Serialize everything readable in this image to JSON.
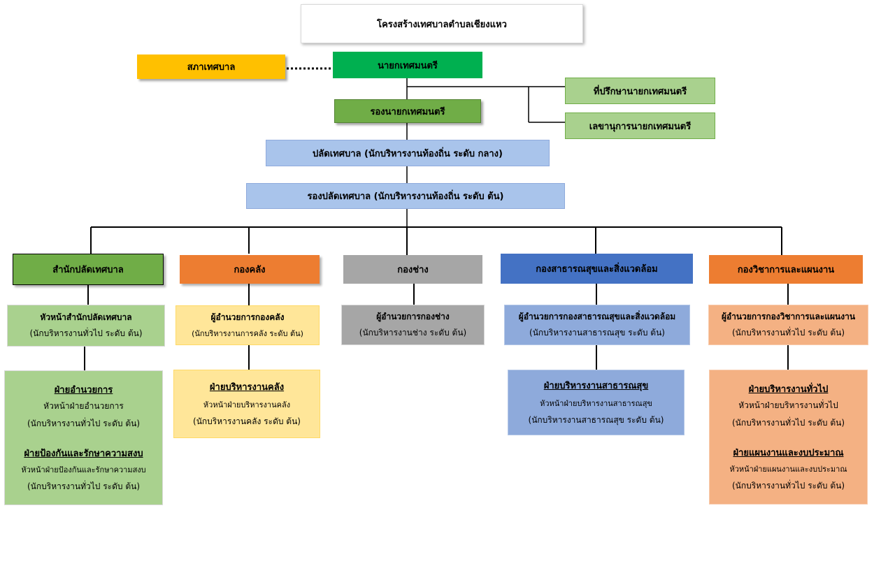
{
  "title": "โครงสร้างเทศบาลตำบลเชียงแหว",
  "council": "สภาเทศบาล",
  "mayor": "นายกเทศมนตรี",
  "deputy_mayor": "รองนายกเทศมนตรี",
  "advisor": "ที่ปรึกษานายกเทศมนตรี",
  "secretary": "เลขานุการนายกเทศมนตรี",
  "clerk": "ปลัดเทศบาล (นักบริหารงานท้องถิ่น ระดับ กลาง)",
  "deputy_clerk": "รองปลัดเทศบาล (นักบริหารงานท้องถิ่น ระดับ ต้น)",
  "colors": {
    "yellow": "#ffc000",
    "green_dark": "#00b050",
    "green_mid": "#70ad47",
    "green_light": "#a9d18e",
    "blue_light": "#a9c4eb",
    "orange": "#ed7d31",
    "gray": "#a6a6a6",
    "blue": "#4472c4",
    "orange_light": "#f4b183"
  },
  "departments": [
    {
      "name": "สำนักปลัดเทศบาล",
      "head": "หัวหน้าสำนักปลัดเทศบาล",
      "head_level": "(นักบริหารงานทั่วไป ระดับ ต้น)",
      "sections": [
        {
          "name": "ฝ่ายอำนวยการ",
          "head": "หัวหน้าฝ่ายอำนวยการ",
          "level": "(นักบริหารงานทั่วไป ระดับ ต้น)"
        },
        {
          "name": "ฝ่ายป้องกันและรักษาความสงบ",
          "head": "หัวหน้าฝ่ายป้องกันและรักษาความสงบ",
          "level": "(นักบริหารงานทั่วไป ระดับ ต้น)"
        }
      ]
    },
    {
      "name": "กองคลัง",
      "head": "ผู้อำนวยการกองคลัง",
      "head_level": "(นักบริหารงานการคลัง ระดับ ต้น)",
      "sections": [
        {
          "name": "ฝ่ายบริหารงานคลัง",
          "head": "หัวหน้าฝ่ายบริหารงานคลัง",
          "level": "(นักบริหารงานคลัง ระดับ ต้น)"
        }
      ]
    },
    {
      "name": "กองช่าง",
      "head": "ผู้อำนวยการกองช่าง",
      "head_level": "(นักบริหารงานช่าง ระดับ ต้น)",
      "sections": []
    },
    {
      "name": "กองสาธารณสุขและสิ่งแวดล้อม",
      "head": "ผู้อำนวยการกองสาธารณสุขและสิ่งแวดล้อม",
      "head_level": "(นักบริหารงานสาธารณสุข ระดับ ต้น)",
      "sections": [
        {
          "name": "ฝ่ายบริหารงานสาธารณสุข",
          "head": "หัวหน้าฝ่ายบริหารงานสาธารณสุข",
          "level": "(นักบริหารงานสาธารณสุข ระดับ ต้น)"
        }
      ]
    },
    {
      "name": "กองวิชาการและแผนงาน",
      "head": "ผู้อำนวยการกองวิชาการและแผนงาน",
      "head_level": "(นักบริหารงานทั่วไป ระดับ ต้น)",
      "sections": [
        {
          "name": "ฝ่ายบริหารงานทั่วไป",
          "head": "หัวหน้าฝ่ายบริหารงานทั่วไป",
          "level": "(นักบริหารงานทั่วไป ระดับ ต้น)"
        },
        {
          "name": "ฝ่ายแผนงานและงบประมาณ",
          "head": "หัวหน้าฝ่ายแผนงานและงบประมาณ",
          "level": "(นักบริหารงานทั่วไป ระดับ ต้น)"
        }
      ]
    }
  ]
}
